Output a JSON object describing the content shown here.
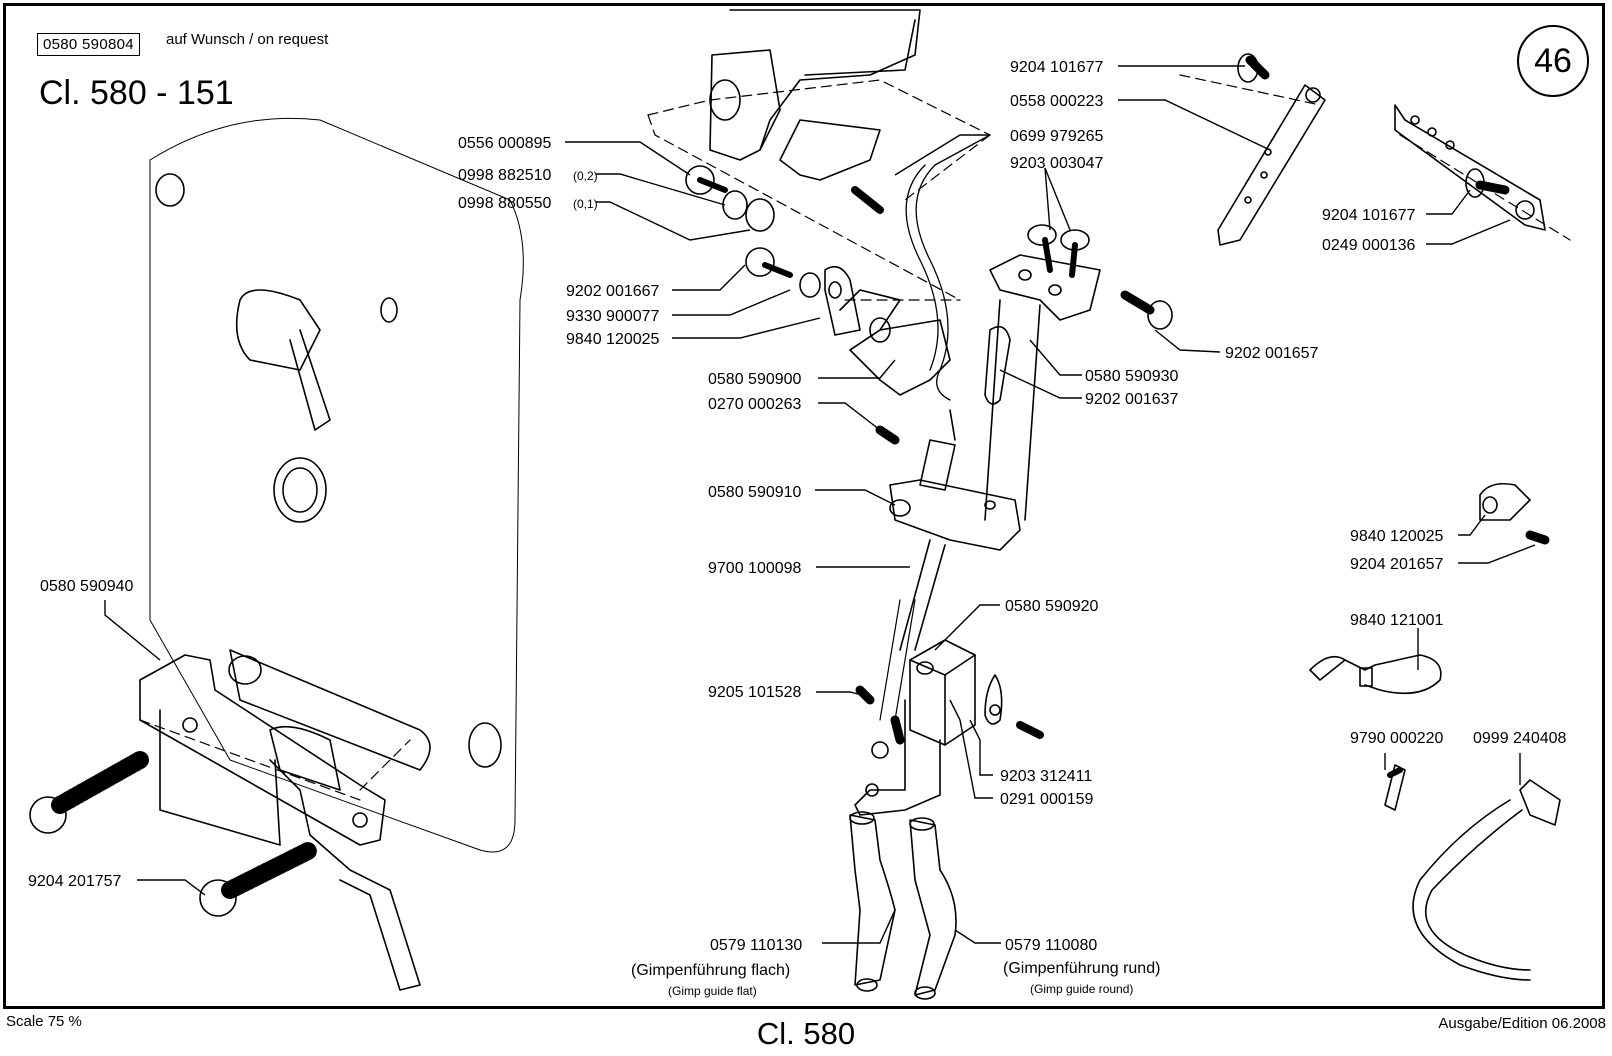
{
  "header": {
    "part_code": "0580 590804",
    "on_request_note": "auf Wunsch / on request",
    "model_title": "Cl. 580 - 151",
    "page_number": "46"
  },
  "footer": {
    "scale": "Scale 75 %",
    "model": "Cl. 580",
    "edition": "Ausgabe/Edition 06.2008"
  },
  "callouts": [
    {
      "id": "c1",
      "label": "9204 101677"
    },
    {
      "id": "c2",
      "label": "0558 000223"
    },
    {
      "id": "c3",
      "label": "0699 979265"
    },
    {
      "id": "c4",
      "label": "9203 003047"
    },
    {
      "id": "c5",
      "label": "0556 000895"
    },
    {
      "id": "c6",
      "label": "0998 882510",
      "note": "(0,2)"
    },
    {
      "id": "c7",
      "label": "0998 880550",
      "note": "(0,1)"
    },
    {
      "id": "c8",
      "label": "9202 001667"
    },
    {
      "id": "c9",
      "label": "9330 900077"
    },
    {
      "id": "c10",
      "label": "9840 120025"
    },
    {
      "id": "c11",
      "label": "0580 590900"
    },
    {
      "id": "c12",
      "label": "0270 000263"
    },
    {
      "id": "c13",
      "label": "9202 001657"
    },
    {
      "id": "c14",
      "label": "0580 590930"
    },
    {
      "id": "c15",
      "label": "9202 001637"
    },
    {
      "id": "c16",
      "label": "9204 101677"
    },
    {
      "id": "c17",
      "label": "0249 000136"
    },
    {
      "id": "c18",
      "label": "0580 590910"
    },
    {
      "id": "c19",
      "label": "9840 120025"
    },
    {
      "id": "c20",
      "label": "9204 201657"
    },
    {
      "id": "c21",
      "label": "9700 100098"
    },
    {
      "id": "c22",
      "label": "0580 590940"
    },
    {
      "id": "c23",
      "label": "0580 590920"
    },
    {
      "id": "c24",
      "label": "9840 121001"
    },
    {
      "id": "c25",
      "label": "9205 101528"
    },
    {
      "id": "c26",
      "label": "9203 312411"
    },
    {
      "id": "c27",
      "label": "0291 000159"
    },
    {
      "id": "c28",
      "label": "9790 000220"
    },
    {
      "id": "c29",
      "label": "0999 240408"
    },
    {
      "id": "c30",
      "label": "9204 201757"
    },
    {
      "id": "c31",
      "label": "0579 110130",
      "desc_de": "(Gimpenführung flach)",
      "desc_en": "(Gimp guide flat)"
    },
    {
      "id": "c32",
      "label": "0579 110080",
      "desc_de": "(Gimpenführung rund)",
      "desc_en": "(Gimp guide round)"
    }
  ]
}
